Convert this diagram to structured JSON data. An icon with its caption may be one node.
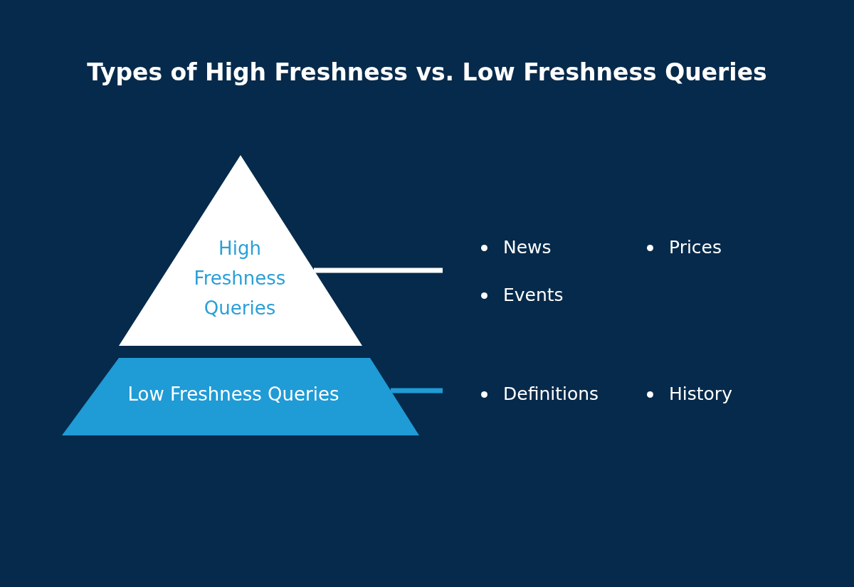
{
  "diagram": {
    "title": "Types of High Freshness vs. Low Freshness Queries",
    "nodes": [
      {
        "text": [
          "High Freshness Queries"
        ]
      },
      {
        "text": [
          "News",
          "Prices",
          "Events"
        ]
      },
      {
        "text": [
          "Low Freshness Queries"
        ]
      },
      {
        "text": [
          "Definitions",
          "History"
        ]
      }
    ],
    "edges": [
      {
        "from": 0,
        "to": 1,
        "arrow": "none",
        "color": "#ffffff"
      },
      {
        "from": 2,
        "to": 3,
        "arrow": "none",
        "color": "#1f9bd6"
      }
    ]
  }
}
